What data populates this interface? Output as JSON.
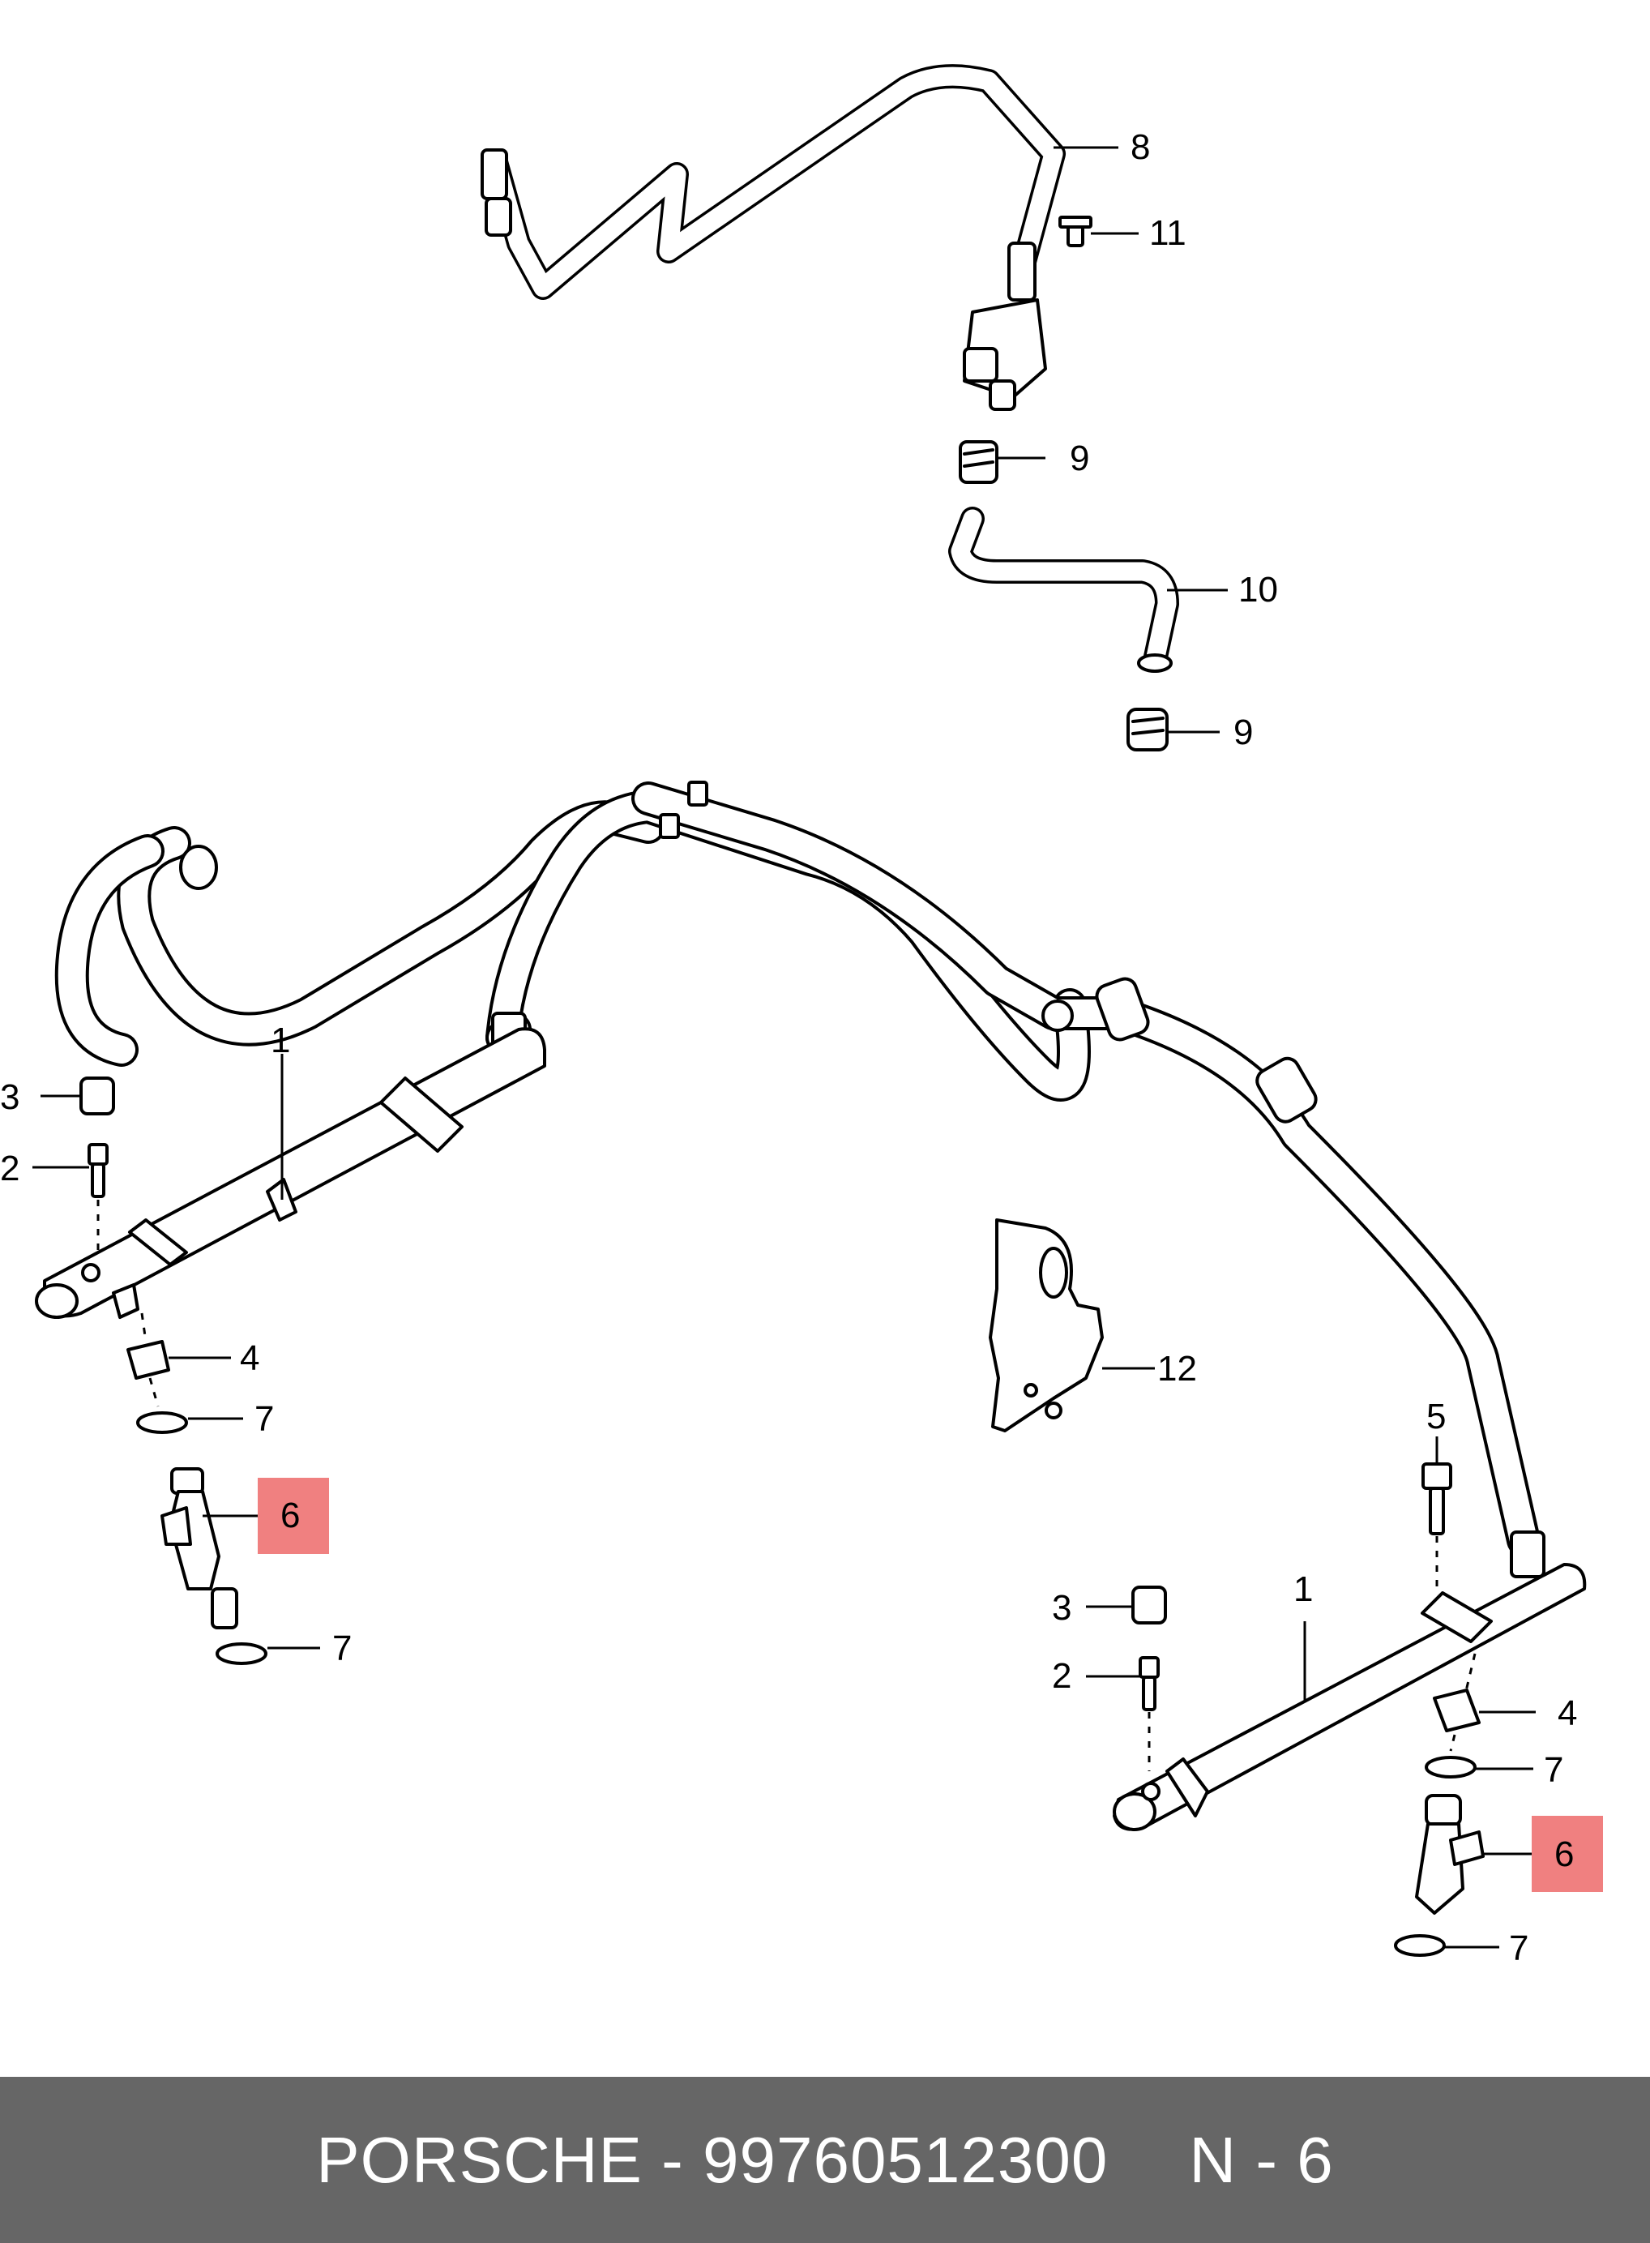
{
  "callouts": {
    "c8": "8",
    "c11": "11",
    "c9a": "9",
    "c10": "10",
    "c9b": "9",
    "c1_left": "1",
    "c3_left": "3",
    "c2_left": "2",
    "c4_left": "4",
    "c7_left_a": "7",
    "c6_left": "6",
    "c7_left_b": "7",
    "c12": "12",
    "c5": "5",
    "c1_right": "1",
    "c3_right": "3",
    "c2_right": "2",
    "c4_right": "4",
    "c7_right_a": "7",
    "c6_right": "6",
    "c7_right_b": "7"
  },
  "highlight_color": "#f08080",
  "footer": {
    "brand": "PORSCHE",
    "separator": " - ",
    "part_number": "99760512300",
    "position_label": "N - 6"
  }
}
